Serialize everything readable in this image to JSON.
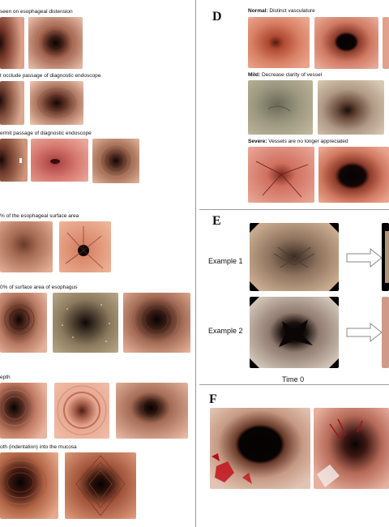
{
  "left": {
    "rows": [
      {
        "caption": "seen on esophageal distension"
      },
      {
        "caption": "t occlude passage of diagnostic endoscope"
      },
      {
        "caption": "ermit passage of diagnostic endoscope"
      },
      {
        "caption": "% of the esophageal surface area"
      },
      {
        "caption": "0% of surface area of esophagus"
      },
      {
        "caption": "epth"
      },
      {
        "caption": "oth (indentation) into the mucosa"
      }
    ]
  },
  "panel_d": {
    "letter": "D",
    "normal_label": "Normal:",
    "normal_text": " Distinct vasculature",
    "mild_label": "Mild:",
    "mild_text": " Decrease clarity of vessel",
    "severe_label": "Severe:",
    "severe_text": " Vessels are no longer appreciated"
  },
  "panel_e": {
    "letter": "E",
    "example1": "Example 1",
    "example2": "Example 2",
    "time0": "Time 0"
  },
  "panel_f": {
    "letter": "F"
  },
  "colors": {
    "mucosa_light": "#e9a58c",
    "mucosa_mid": "#c8644c",
    "mucosa_dark": "#7a2e22",
    "lumen": "#0c0605",
    "gray_mucosa": "#a9a18e",
    "blood": "#c1121b"
  }
}
